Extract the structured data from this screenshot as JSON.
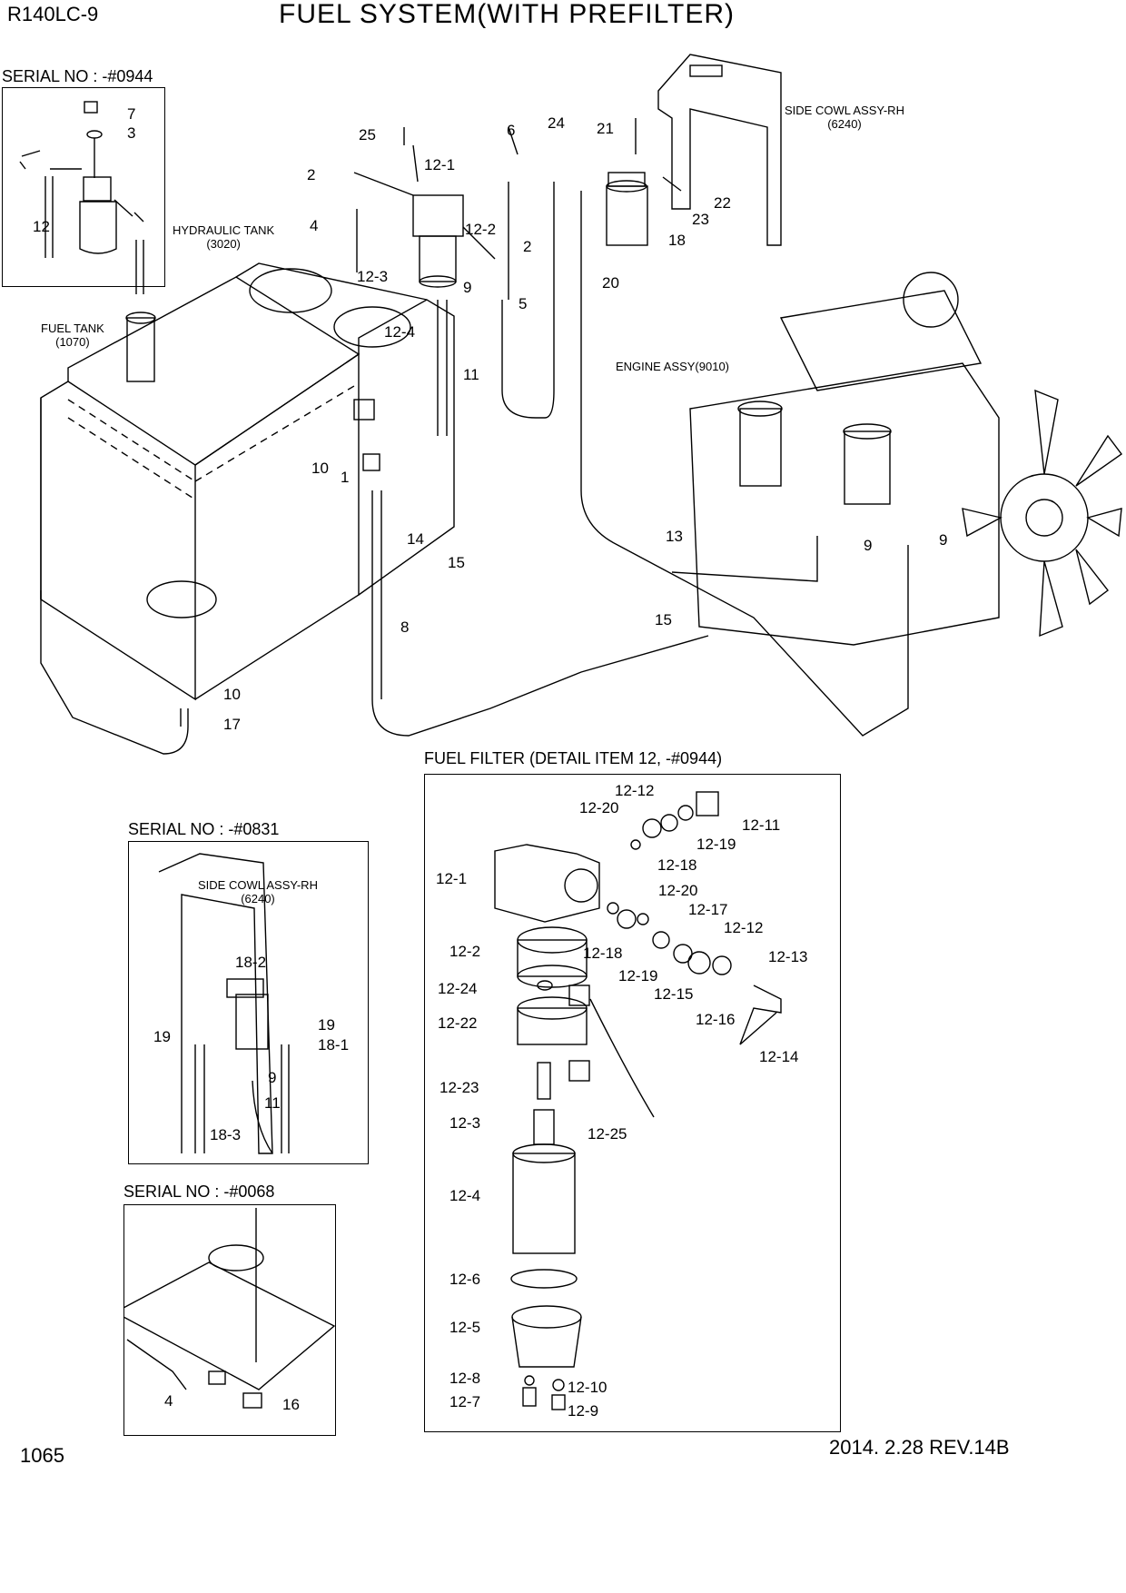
{
  "header": {
    "model": "R140LC-9",
    "title": "FUEL SYSTEM(WITH PREFILTER)",
    "page_number": "1065",
    "revision": "2014. 2.28  REV.14B"
  },
  "insets": {
    "serial_0944": {
      "title": "SERIAL NO : -#0944",
      "labels": [
        "7",
        "3",
        "12"
      ]
    },
    "serial_0831": {
      "title": "SERIAL NO : -#0831",
      "ref": "SIDE COWL ASSY-RH\n(6240)",
      "labels": [
        "18-2",
        "19",
        "19",
        "18-1",
        "9",
        "11",
        "18-3"
      ]
    },
    "serial_0068": {
      "title": "SERIAL NO : -#0068",
      "labels": [
        "4",
        "16"
      ]
    },
    "fuel_filter": {
      "title": "FUEL FILTER (DETAIL ITEM 12, -#0944)"
    }
  },
  "refs": {
    "hydraulic_tank": "HYDRAULIC TANK\n(3020)",
    "fuel_tank": "FUEL TANK\n(1070)",
    "side_cowl": "SIDE COWL ASSY-RH\n(6240)",
    "engine": "ENGINE ASSY(9010)"
  },
  "main_labels": [
    "25",
    "12-1",
    "2",
    "4",
    "12-2",
    "12-3",
    "9",
    "12-4",
    "11",
    "10",
    "1",
    "14",
    "15",
    "8",
    "10",
    "17",
    "6",
    "24",
    "21",
    "23",
    "22",
    "18",
    "2",
    "5",
    "20",
    "13",
    "9",
    "9",
    "15"
  ],
  "filter_labels": [
    "12-12",
    "12-20",
    "12-11",
    "12-19",
    "12-18",
    "12-1",
    "12-20",
    "12-17",
    "12-12",
    "12-2",
    "12-18",
    "12-19",
    "12-15",
    "12-13",
    "12-24",
    "12-16",
    "12-22",
    "12-14",
    "12-23",
    "12-3",
    "12-25",
    "12-4",
    "12-6",
    "12-5",
    "12-8",
    "12-10",
    "12-7",
    "12-9"
  ]
}
